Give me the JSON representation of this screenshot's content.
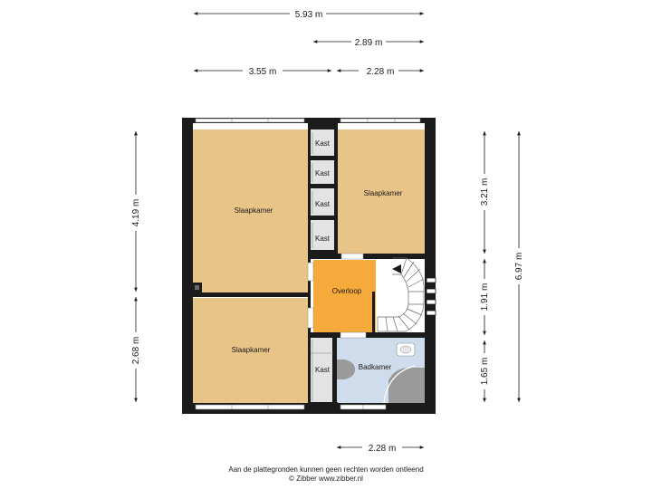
{
  "rooms": {
    "slaapkamer_1": "Slaapkamer",
    "slaapkamer_2": "Slaapkamer",
    "slaapkamer_3": "Slaapkamer",
    "overloop": "Overloop",
    "badkamer": "Badkamer",
    "kast_1": "Kast",
    "kast_2": "Kast",
    "kast_3": "Kast",
    "kast_4": "Kast",
    "kast_5": "Kast"
  },
  "dimensions": {
    "top_total": "5.93 m",
    "top_right": "2.89 m",
    "top_left_segment": "3.55 m",
    "top_right_segment": "2.28 m",
    "left_upper": "4.19 m",
    "left_lower": "2.68 m",
    "right_upper": "3.21 m",
    "right_middle": "1.91 m",
    "right_lower": "1.65 m",
    "right_total": "6.97 m",
    "bottom": "2.28 m"
  },
  "footer": {
    "disclaimer": "Aan de plattegronden kunnen geen rechten worden ontleend",
    "credit": "© Zibber www.zibber.nl"
  },
  "colors": {
    "wall": "#1b1b1b",
    "bedroom": "#e9c488",
    "landing": "#f6aa3c",
    "bathroom": "#cfdcec",
    "closet": "#e3e3e3",
    "sanitary": "#9a9a9a"
  }
}
